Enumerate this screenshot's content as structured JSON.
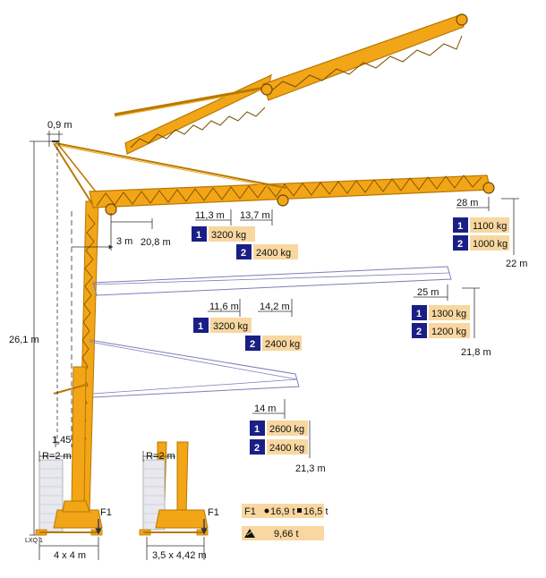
{
  "colors": {
    "crane_yellow": "#f2a516",
    "lattice": "#b87800",
    "badge_blue": "#1a1f86",
    "value_bg": "#f8d7a0",
    "info_bg": "#f8d7a0",
    "dim_line": "#333333",
    "ghost_line": "#7a7fb8"
  },
  "dims": {
    "top_width": "0,9 m",
    "height": "26,1 m",
    "radius_main": "20,8 m",
    "offset": "3 m",
    "jib1_small": "11,3 m",
    "jib1_mid": "13,7 m",
    "jib1_tip": "28 m",
    "jib1_tip_height": "22 m",
    "jib2_small": "11,6 m",
    "jib2_mid": "14,2 m",
    "jib2_tip": "25 m",
    "jib2_tip_height": "21,8 m",
    "jib3_tip": "14 m",
    "jib3_tip_height": "21,3 m",
    "small_offset": "1,45",
    "ballast_radius_a": "R=2 m",
    "ballast_radius_b": "R=2 m",
    "base_a": "4 x 4 m",
    "base_b": "3,5 x 4,42 m",
    "f1_a": "F1",
    "f1_b": "F1",
    "model_code": "LXQ 1"
  },
  "loads": {
    "pos1_a": {
      "num": "1",
      "value": "3200 kg"
    },
    "pos1_b": {
      "num": "2",
      "value": "2400 kg"
    },
    "tip1_a": {
      "num": "1",
      "value": "1100 kg"
    },
    "tip1_b": {
      "num": "2",
      "value": "1000 kg"
    },
    "pos2_a": {
      "num": "1",
      "value": "3200 kg"
    },
    "pos2_b": {
      "num": "2",
      "value": "2400 kg"
    },
    "tip2_a": {
      "num": "1",
      "value": "1300 kg"
    },
    "tip2_b": {
      "num": "2",
      "value": "1200 kg"
    },
    "pos3_a": {
      "num": "1",
      "value": "2600 kg"
    },
    "pos3_b": {
      "num": "2",
      "value": "2400 kg"
    }
  },
  "info": {
    "f1_label": "F1",
    "f1_value_a": "16,9 t",
    "f1_value_b": "16,5 t",
    "weight_icon": "crane-weight-icon",
    "weight_value": "9,66 t"
  }
}
